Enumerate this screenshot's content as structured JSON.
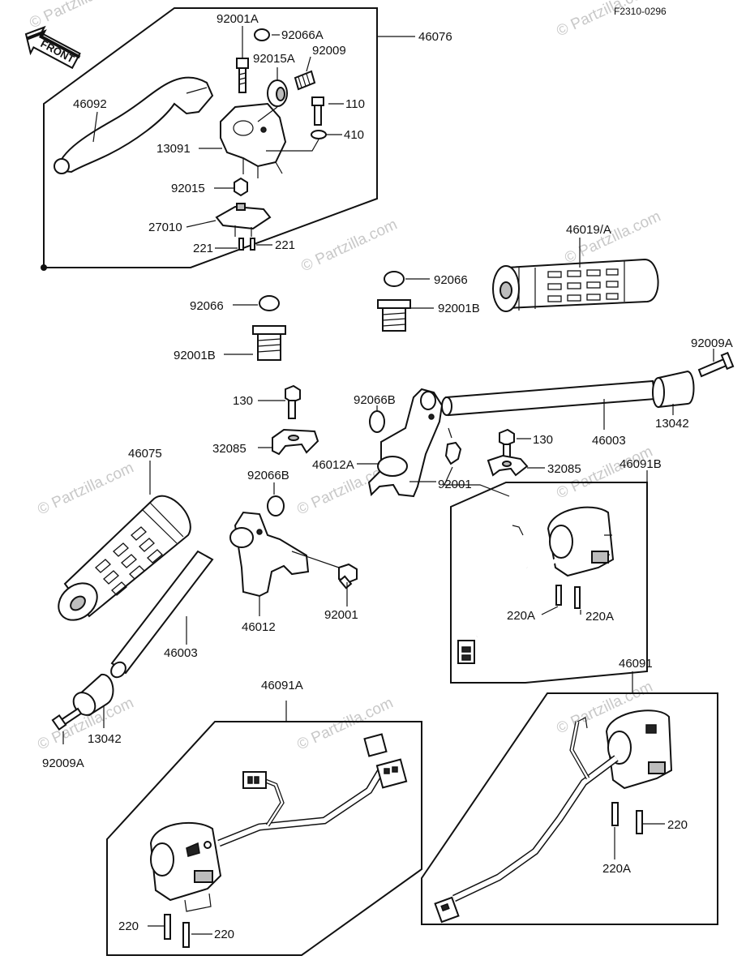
{
  "diagram_code": "F2310-0296",
  "watermark": "© Partzilla.com",
  "front_arrow_label": "FRONT",
  "labels": {
    "p92001A": "92001A",
    "p92066A": "92066A",
    "p46076": "46076",
    "p92015A": "92015A",
    "p92009": "92009",
    "p46092": "46092",
    "p110": "110",
    "p410": "410",
    "p13091": "13091",
    "p92015": "92015",
    "p27010": "27010",
    "p221a": "221",
    "p221b": "221",
    "p46019A": "46019/A",
    "p92066a": "92066",
    "p92066b": "92066",
    "p92001Ba": "92001B",
    "p92001Bb": "92001B",
    "p92009Aa": "92009A",
    "p92066Ba": "92066B",
    "p130a": "130",
    "p46003a": "46003",
    "p13042a": "13042",
    "p32085a": "32085",
    "p46012A": "46012A",
    "p130b": "130",
    "p32085b": "32085",
    "p46091B": "46091B",
    "p46075": "46075",
    "p92066Bb": "92066B",
    "p92001a": "92001",
    "p220Aa": "220A",
    "p220Ab": "220A",
    "p92001b": "92001",
    "p46012": "46012",
    "p46003b": "46003",
    "p46091A": "46091A",
    "p46091": "46091",
    "p13042b": "13042",
    "p92009Ab": "92009A",
    "p220a": "220",
    "p220Ac": "220A",
    "p220b": "220",
    "p220c": "220"
  }
}
